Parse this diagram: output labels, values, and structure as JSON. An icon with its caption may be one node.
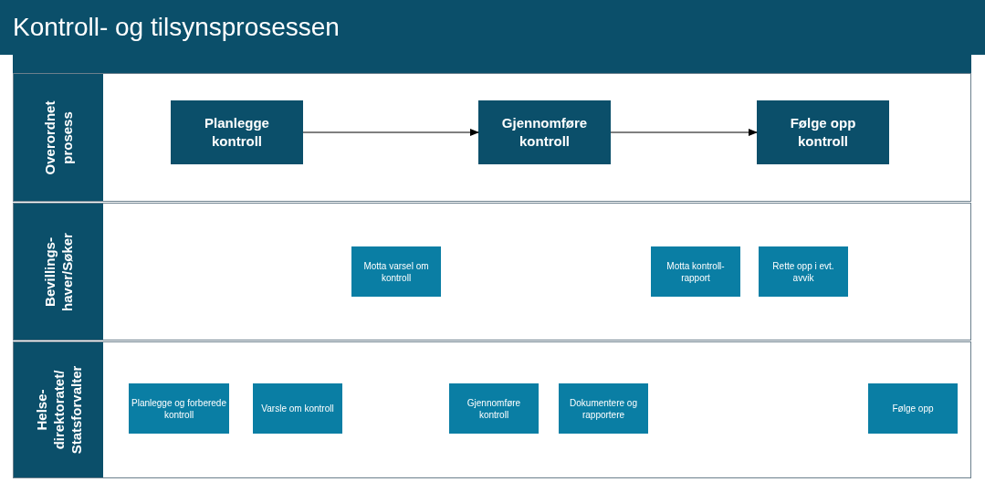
{
  "diagram": {
    "title": "Kontroll- og tilsynsprosessen",
    "nodes": [
      {
        "text": [
          "Overordnet prosess"
        ]
      },
      {
        "text": [
          "Planlegge kontroll"
        ],
        "in": 0
      },
      {
        "text": [
          "Gjennomføre kontroll"
        ],
        "in": 0
      },
      {
        "text": [
          "Følge opp kontroll"
        ],
        "in": 0
      },
      {
        "text": [
          "Bevillings- haver/Søker"
        ]
      },
      {
        "text": [
          "Motta varsel om kontroll"
        ],
        "in": 4
      },
      {
        "text": [
          "Motta kontroll- rapport"
        ],
        "in": 4
      },
      {
        "text": [
          "Rette opp i evt. avvik"
        ],
        "in": 4
      },
      {
        "text": [
          "Helse- direktoratet/ Statsforvalter"
        ]
      },
      {
        "text": [
          "Planlegge og forberede kontroll"
        ],
        "in": 8
      },
      {
        "text": [
          "Varsle om kontroll"
        ],
        "in": 8
      },
      {
        "text": [
          "Gjennomføre kontroll"
        ],
        "in": 8
      },
      {
        "text": [
          "Dokumentere og rapportere"
        ],
        "in": 8
      },
      {
        "text": [
          "Følge opp"
        ],
        "in": 8
      }
    ],
    "edges": [
      {
        "from": 1,
        "to": 2,
        "arrow": "to"
      },
      {
        "from": 2,
        "to": 3,
        "arrow": "to"
      }
    ]
  }
}
